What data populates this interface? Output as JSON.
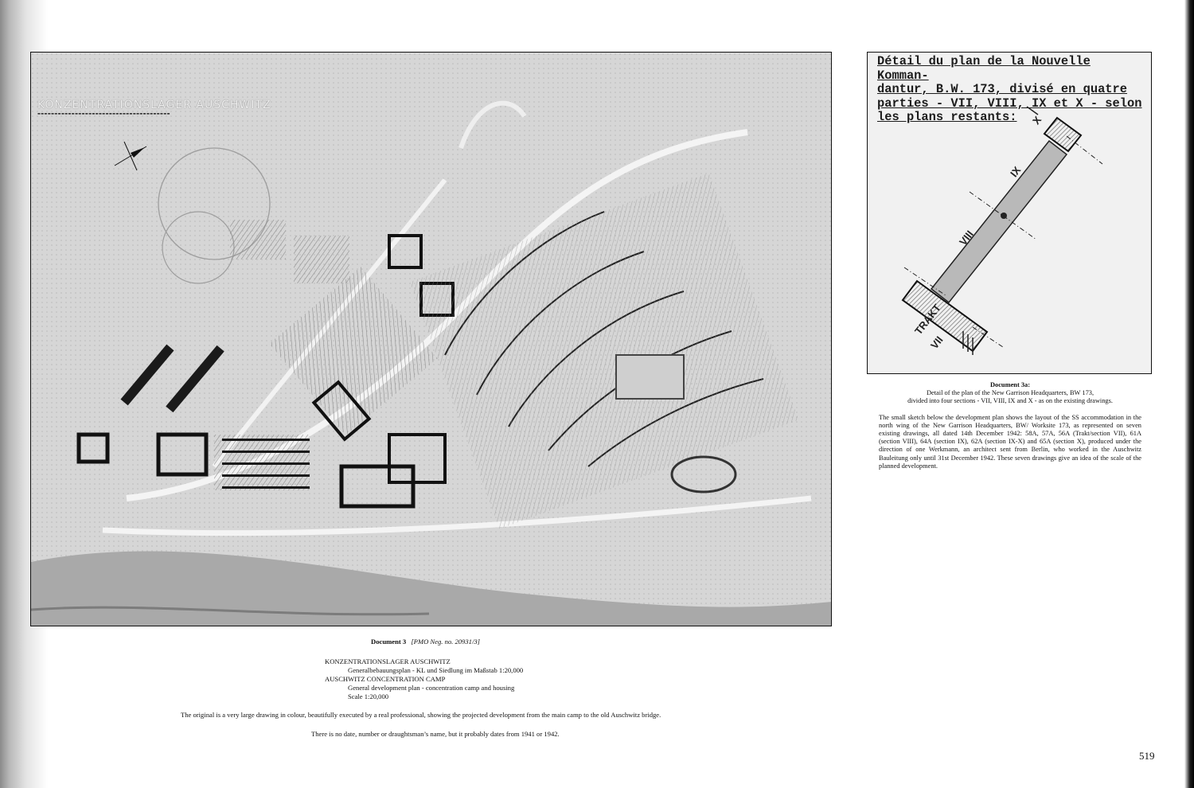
{
  "plan": {
    "stamp_title": "KONZENTRATIONSLAGER AUSCHWITZ"
  },
  "sketch": {
    "title": "Détail du plan de la Nouvelle Komman-\ndantur, B.W. 173, divisé en quatre\nparties - VII, VIII, IX et X - selon\nles plans restants:",
    "labels": {
      "trakt": "TRAKT",
      "vii": "VII",
      "viii": "VIII",
      "ix": "IX",
      "x": "X"
    }
  },
  "caption3a": {
    "title": "Document 3a:",
    "desc_line1": "Detail of the plan of the New Garrison Headquarters, BW 173,",
    "desc_line2": "divided into four sections - VII, VIII, IX and X - as on the existing drawings.",
    "body": "The small sketch below the development plan shows the layout of the SS accommodation in the north wing of the New Garrison Headquarters, BW/ Worksite 173, as represented on seven existing drawings, all dated 14th December 1942: 58A, 57A, 56A (Trakt/section VII), 61A (section VIII), 64A (section IX), 62A (section IX-X) and 65A (section X), produced under the direction of one Werkmann, an architect sent from Berlin, who worked in the Auschwitz Bauleitung only until 31st December 1942. These seven drawings give an idea of the scale of the planned development."
  },
  "caption3": {
    "title": "Document 3",
    "neg": "[PMO Neg. no. 20931/3]",
    "line_de_title": "KONZENTRATIONSLAGER AUSCHWITZ",
    "line_de_sub": "Generalbebauungsplan - KL und Siedlung im Maßstab 1:20,000",
    "line_en_title": "AUSCHWITZ CONCENTRATION CAMP",
    "line_en_sub": "General development plan - concentration camp and housing",
    "line_scale": "Scale 1:20,000",
    "note1": "The original is a very large drawing in colour, beautifully executed by a real professional, showing the projected development from the main camp to the old Auschwitz bridge.",
    "note2": "There is no date, number or draughtsman’s name, but it probably dates from 1941 or 1942."
  },
  "page_number": "519"
}
